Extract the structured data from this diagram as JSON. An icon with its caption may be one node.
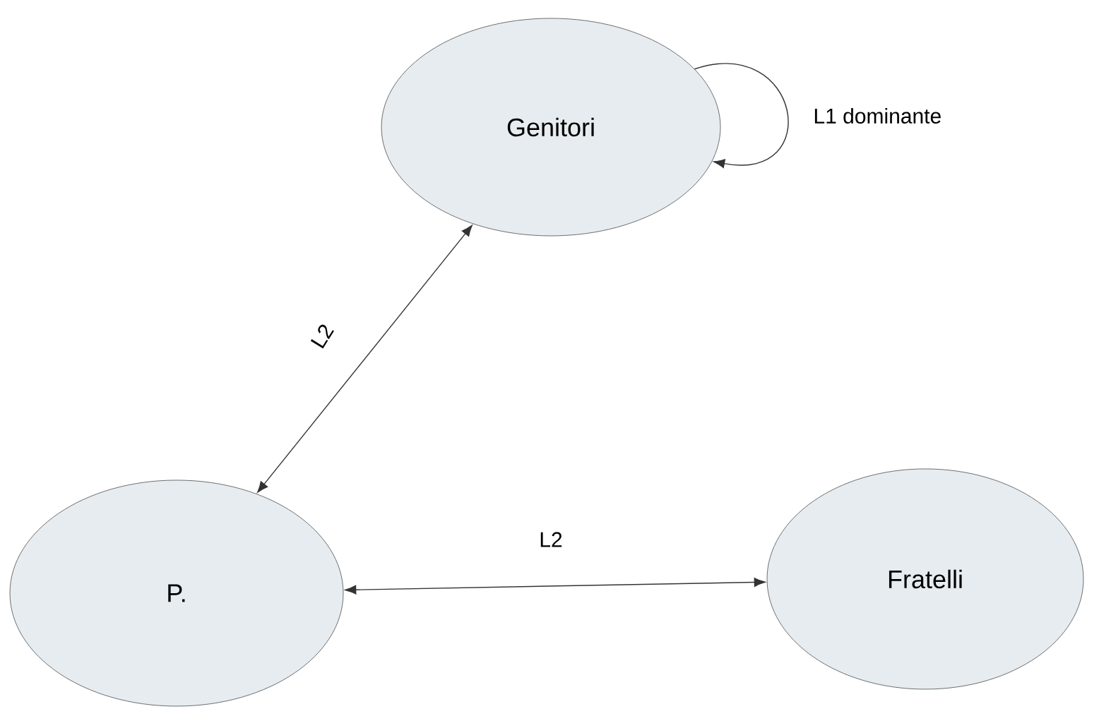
{
  "diagram": {
    "nodes": [
      {
        "text": [
          "Genitori"
        ]
      },
      {
        "text": [
          "P."
        ]
      },
      {
        "text": [
          "Fratelli"
        ]
      }
    ],
    "edges": [
      {
        "from": 0,
        "to": 0,
        "arrow": "to",
        "label": "L1 dominante"
      },
      {
        "from": 1,
        "to": 0,
        "arrow": "both",
        "label": "L2"
      },
      {
        "from": 1,
        "to": 2,
        "arrow": "both",
        "label": "L2"
      }
    ]
  }
}
